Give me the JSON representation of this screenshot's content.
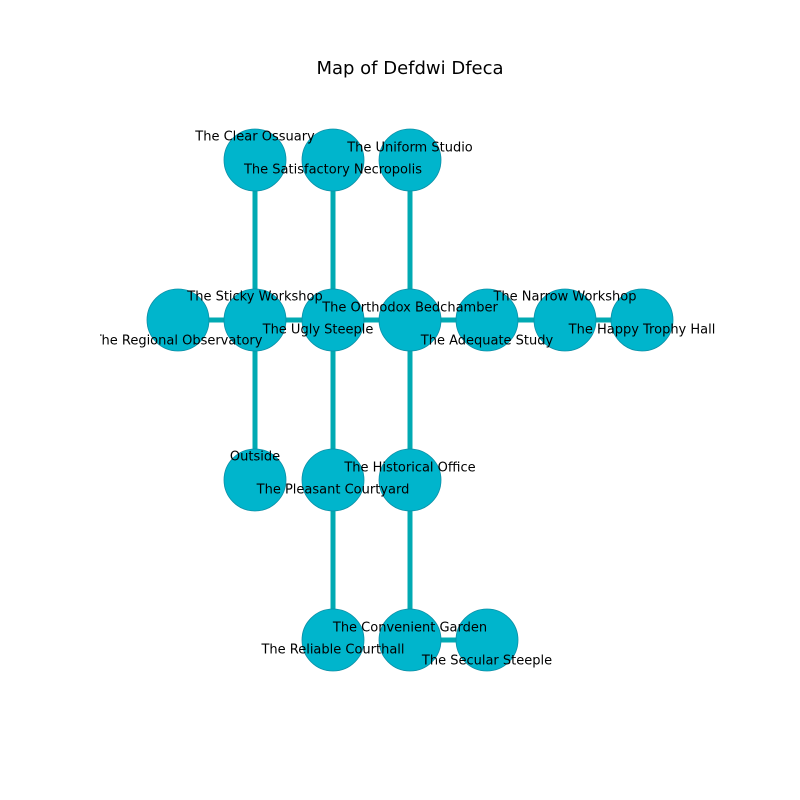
{
  "title": "Map of Defdwi Dfeca",
  "colors": {
    "node_fill": "#00b5cc",
    "node_stroke": "#0a8fa6",
    "edge": "#00aab3",
    "text": "#000000",
    "background": "#ffffff"
  },
  "nodes": [
    {
      "id": "clear-ossuary",
      "label": "The Clear Ossuary"
    },
    {
      "id": "satisfactory-necropolis",
      "label": "The Satisfactory Necropolis"
    },
    {
      "id": "uniform-studio",
      "label": "The Uniform Studio"
    },
    {
      "id": "regional-observatory",
      "label": "The Regional Observatory"
    },
    {
      "id": "sticky-workshop",
      "label": "The Sticky Workshop"
    },
    {
      "id": "ugly-steeple",
      "label": "The Ugly Steeple"
    },
    {
      "id": "orthodox-bedchamber",
      "label": "The Orthodox Bedchamber"
    },
    {
      "id": "adequate-study",
      "label": "The Adequate Study"
    },
    {
      "id": "narrow-workshop",
      "label": "The Narrow Workshop"
    },
    {
      "id": "happy-trophy-hall",
      "label": "The Happy Trophy Hall"
    },
    {
      "id": "outside",
      "label": "Outside"
    },
    {
      "id": "pleasant-courtyard",
      "label": "The Pleasant Courtyard"
    },
    {
      "id": "historical-office",
      "label": "The Historical Office"
    },
    {
      "id": "reliable-courthall",
      "label": "The Reliable Courthall"
    },
    {
      "id": "convenient-garden",
      "label": "The Convenient Garden"
    },
    {
      "id": "secular-steeple",
      "label": "The Secular Steeple"
    }
  ],
  "edges": [
    [
      "clear-ossuary",
      "sticky-workshop"
    ],
    [
      "satisfactory-necropolis",
      "ugly-steeple"
    ],
    [
      "uniform-studio",
      "orthodox-bedchamber"
    ],
    [
      "regional-observatory",
      "sticky-workshop"
    ],
    [
      "sticky-workshop",
      "ugly-steeple"
    ],
    [
      "ugly-steeple",
      "orthodox-bedchamber"
    ],
    [
      "orthodox-bedchamber",
      "adequate-study"
    ],
    [
      "adequate-study",
      "narrow-workshop"
    ],
    [
      "narrow-workshop",
      "happy-trophy-hall"
    ],
    [
      "sticky-workshop",
      "outside"
    ],
    [
      "ugly-steeple",
      "pleasant-courtyard"
    ],
    [
      "orthodox-bedchamber",
      "historical-office"
    ],
    [
      "pleasant-courtyard",
      "reliable-courthall"
    ],
    [
      "historical-office",
      "convenient-garden"
    ],
    [
      "convenient-garden",
      "secular-steeple"
    ]
  ]
}
